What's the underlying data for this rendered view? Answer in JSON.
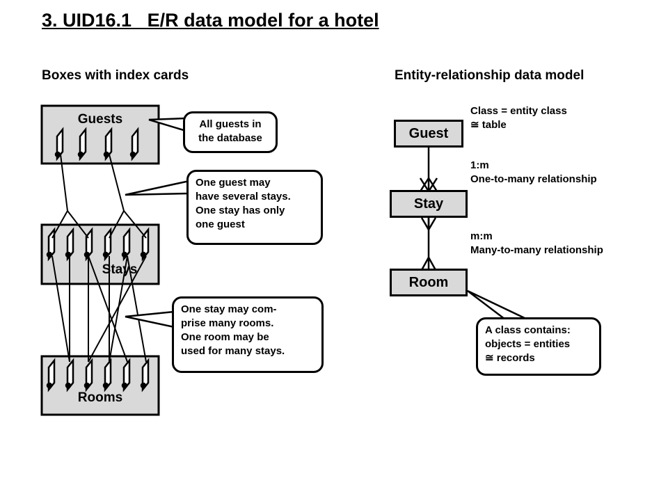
{
  "title": "3. UID16.1   E/R data model for a hotel",
  "left_heading": "Boxes with index cards",
  "right_heading": "Entity-relationship data model",
  "boxes": {
    "guests": "Guests",
    "stays": "Stays",
    "rooms": "Rooms"
  },
  "callouts": {
    "all_guests": [
      "All guests in",
      "the database"
    ],
    "guest_stays": [
      "One guest may",
      "have several stays.",
      "One stay has only",
      "one guest"
    ],
    "stay_rooms": [
      "One stay may com-",
      "prise many rooms.",
      "One room may be",
      "used for many stays."
    ],
    "class_contains": [
      "A class contains:",
      "objects = entities",
      "≅ records"
    ]
  },
  "entities": {
    "guest": "Guest",
    "stay": "Stay",
    "room": "Room"
  },
  "notes": {
    "class": [
      "Class = entity class",
      "≅ table"
    ],
    "one_to_many": [
      "1:m",
      "One-to-many relationship"
    ],
    "many_to_many": [
      "m:m",
      "Many-to-many relationship"
    ]
  }
}
